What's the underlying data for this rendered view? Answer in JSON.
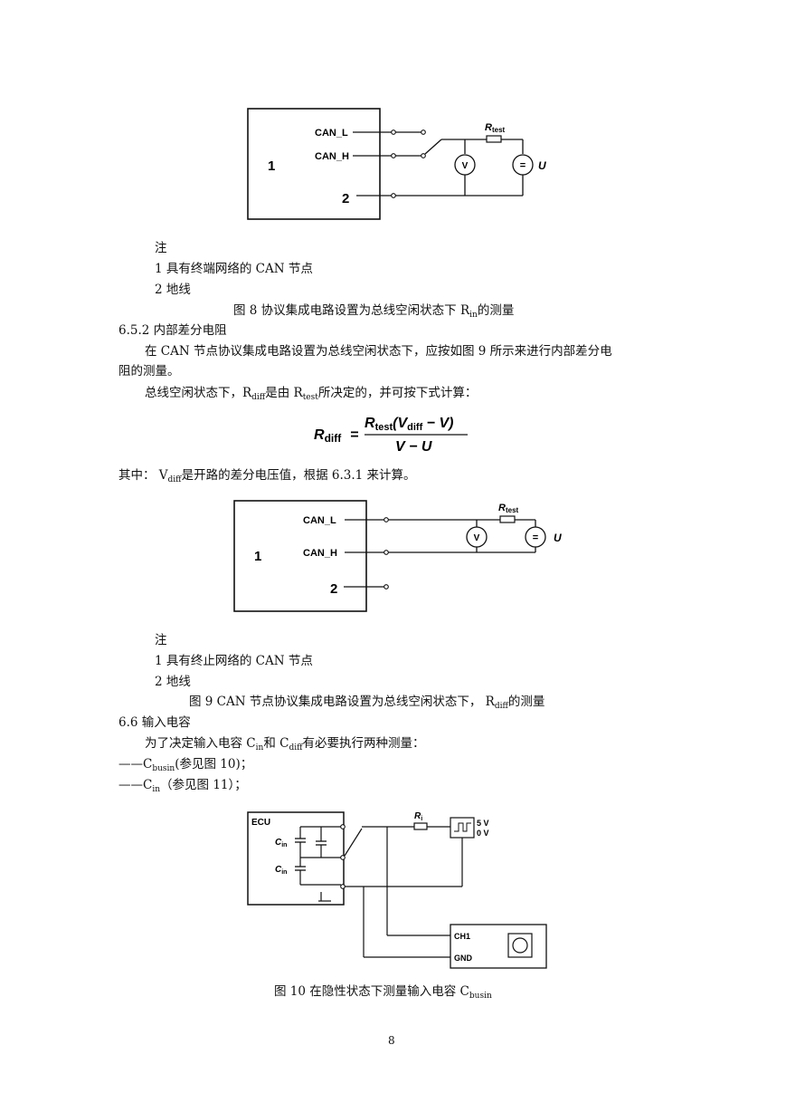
{
  "fig8": {
    "block_num": "1",
    "can_l": "CAN_L",
    "can_h": "CAN_H",
    "ground_num": "2",
    "resistor": "R",
    "resistor_sub": "test",
    "voltmeter": "V",
    "source": "=",
    "source_label": "U",
    "note_title": "注",
    "note_1": "1  具有终端网络的 CAN 节点",
    "note_2": "2  地线",
    "caption_a": "图 8      协议集成电路设置为总线空闲状态下  R",
    "caption_sub": "in",
    "caption_b": "的测量"
  },
  "section_652": {
    "heading": "6.5.2 内部差分电阻",
    "para1_line1": "在 CAN 节点协议集成电路设置为总线空闲状态下，应按如图  9 所示来进行内部差分电",
    "para1_line2": "阻的测量。",
    "para2_a": "总线空闲状态下，R",
    "para2_sub1": "diff",
    "para2_b": "是由 R",
    "para2_sub2": "test",
    "para2_c": "所决定的，并可按下式计算：",
    "where_a": "其中：   V",
    "where_sub": "diff",
    "where_b": "是开路的差分电压值，根据 6.3.1 来计算。"
  },
  "formula": {
    "lhs": "R",
    "lhs_sub": "diff",
    "eq": "=",
    "num_r": "R",
    "num_r_sub": "test",
    "num_paren": "(V",
    "num_v_sub": "diff",
    "num_tail": " − V)",
    "den": "V − U"
  },
  "fig9": {
    "block_num": "1",
    "can_l": "CAN_L",
    "can_h": "CAN_H",
    "ground_num": "2",
    "resistor": "R",
    "resistor_sub": "test",
    "voltmeter": "V",
    "source": "=",
    "source_label": "U",
    "note_title": "注",
    "note_1": "1  具有终止网络的 CAN 节点",
    "note_2": "2  地线",
    "caption_a": "图 9    CAN 节点协议集成电路设置为总线空闲状态下，   R",
    "caption_sub": "diff",
    "caption_b": "的测量"
  },
  "section_66": {
    "heading": "6.6  输入电容",
    "line1_a": "为了决定输入电容 C",
    "line1_sub1": "in",
    "line1_b": "和 C",
    "line1_sub2": "diff",
    "line1_c": "有必要执行两种测量：",
    "item1_a": "——C",
    "item1_sub": "busin",
    "item1_b": "(参见图 10)；",
    "item2_a": "——C",
    "item2_sub": "in",
    "item2_b": "（参见图 11）；"
  },
  "fig10": {
    "ecu": "ECU",
    "cin1": "C",
    "cin1_sub": "in",
    "cin2": "C",
    "cin2_sub": "in",
    "resistor": "R",
    "resistor_sub": "i",
    "v5": "5 V",
    "v0": "0 V",
    "ch1": "CH1",
    "gnd": "GND",
    "caption_a": "图 10  在隐性状态下测量输入电容 C",
    "caption_sub": "busin"
  },
  "page_number": "8"
}
